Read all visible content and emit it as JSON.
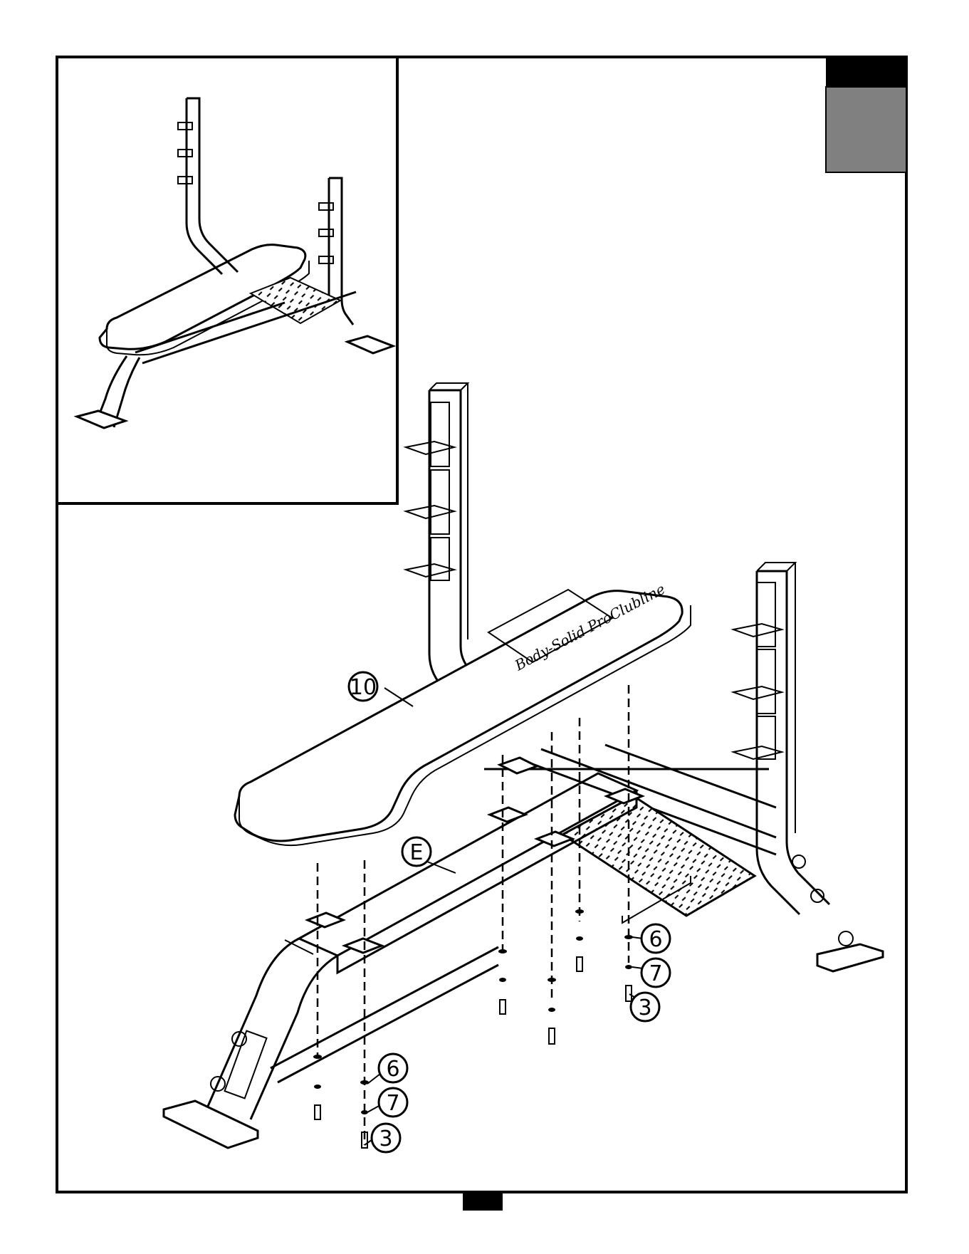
{
  "callouts": {
    "seat": "10",
    "frame": "E",
    "washer_a_left": "6",
    "washer_b_left": "7",
    "bolt_left": "3",
    "washer_a_right": "6",
    "washer_b_right": "7",
    "bolt_right": "3"
  },
  "brand_mark": "Body-Solid ProClubline",
  "colors": {
    "line": "#000000",
    "tab_top": "#000000",
    "tab_bottom": "#808080",
    "page_number_block": "#000000"
  }
}
